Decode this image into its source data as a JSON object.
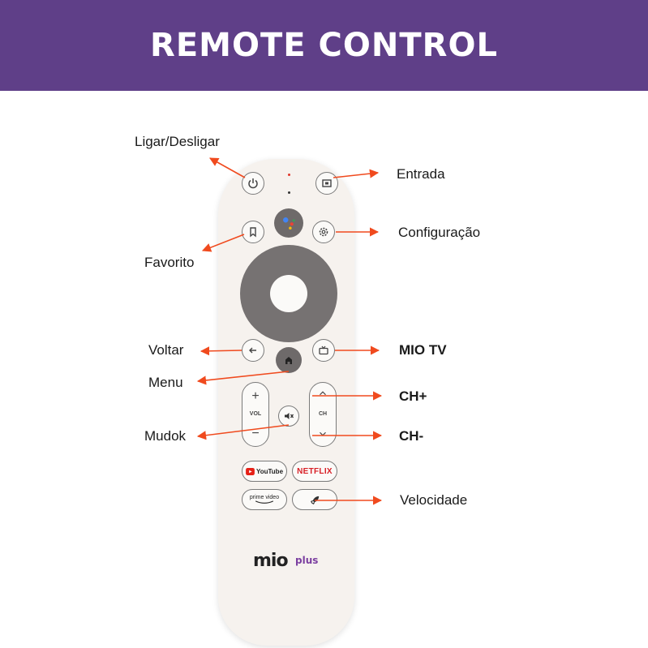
{
  "header": {
    "title": "REMOTE CONTROL"
  },
  "labels": {
    "power": "Ligar/Desligar",
    "input": "Entrada",
    "settings": "Configuração",
    "favorite": "Favorito",
    "back": "Voltar",
    "mio_tv": "MIO TV",
    "menu": "Menu",
    "ch_up": "CH+",
    "mute": "Mudok",
    "ch_down": "CH-",
    "speed": "Velocidade"
  },
  "remote": {
    "vol_label": "VOL",
    "ch_label": "CH",
    "youtube_label": "YouTube",
    "netflix_label": "NETFLIX",
    "prime_label": "prime video",
    "brand": "mio",
    "brand_suffix": "plus"
  },
  "colors": {
    "header_bg": "#5f3f88",
    "arrow": "#f04a1e",
    "ring": "#767272",
    "remote_body": "#f6f2ee"
  }
}
